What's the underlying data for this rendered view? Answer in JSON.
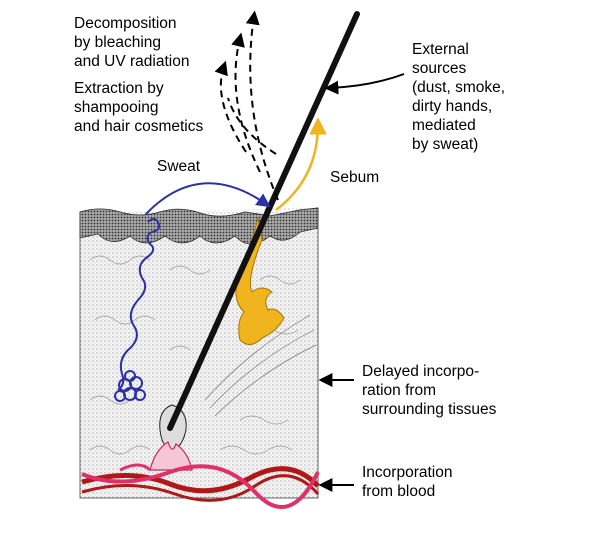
{
  "labels": {
    "decomposition": "Decomposition\nby bleaching\nand UV radiation",
    "extraction": "Extraction by\nshampooing\nand hair cosmetics",
    "external": "External\nsources\n(dust, smoke,\ndirty hands,\nmediated\nby sweat)",
    "sweat": "Sweat",
    "sebum": "Sebum",
    "delayed": "Delayed incorpo-\nration from\nsurrounding tissues",
    "blood": "Incorporation\nfrom blood"
  },
  "colors": {
    "sweat_gland": "#2b2fa8",
    "sebaceous_gland": "#f0b41e",
    "vessel_red": "#b01818",
    "vessel_pink": "#e0306a",
    "hair": "#111111"
  }
}
